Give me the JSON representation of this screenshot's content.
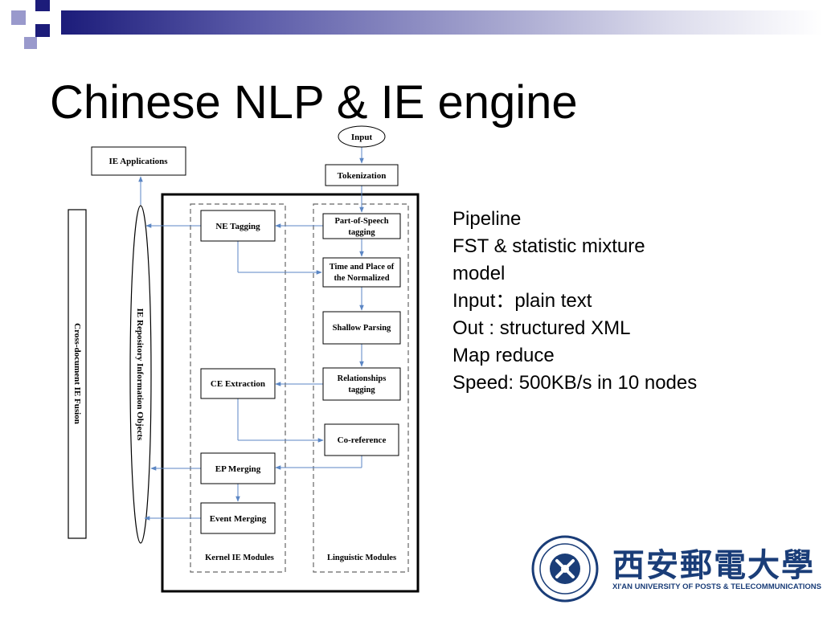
{
  "slide": {
    "title": "Chinese NLP & IE engine"
  },
  "theme": {
    "accent_dark": "#1c1c7a",
    "accent_light": "#9999cc",
    "arrow_color": "#5b86c4",
    "logo_color": "#1a3d78"
  },
  "diagram": {
    "input": "Input",
    "tokenization": "Tokenization",
    "ie_applications": "IE Applications",
    "pos_tagging": [
      "Part-of-Speech",
      "tagging"
    ],
    "time_place": [
      "Time and Place of",
      "the Normalized"
    ],
    "shallow_parsing": "Shallow Parsing",
    "relationships": [
      "Relationships",
      "tagging"
    ],
    "coreference": "Co-reference",
    "ne_tagging": "NE Tagging",
    "ce_extraction": "CE Extraction",
    "ep_merging": "EP Merging",
    "event_merging": "Event Merging",
    "kernel_modules": "Kernel IE Modules",
    "linguistic_modules": "Linguistic Modules",
    "repository": "IE  Repository  Information  Objects",
    "cross_doc": "Cross-document  IE  Fusion"
  },
  "notes": {
    "items": [
      "Pipeline",
      "FST & statistic mixture",
      "model",
      "Input：plain text",
      "Out : structured XML",
      "Map reduce",
      "Speed: 500KB/s in 10 nodes"
    ]
  },
  "logo": {
    "name": "西安郵電大學",
    "subtitle": "XI'AN UNIVERSITY OF POSTS & TELECOMMUNICATIONS"
  }
}
